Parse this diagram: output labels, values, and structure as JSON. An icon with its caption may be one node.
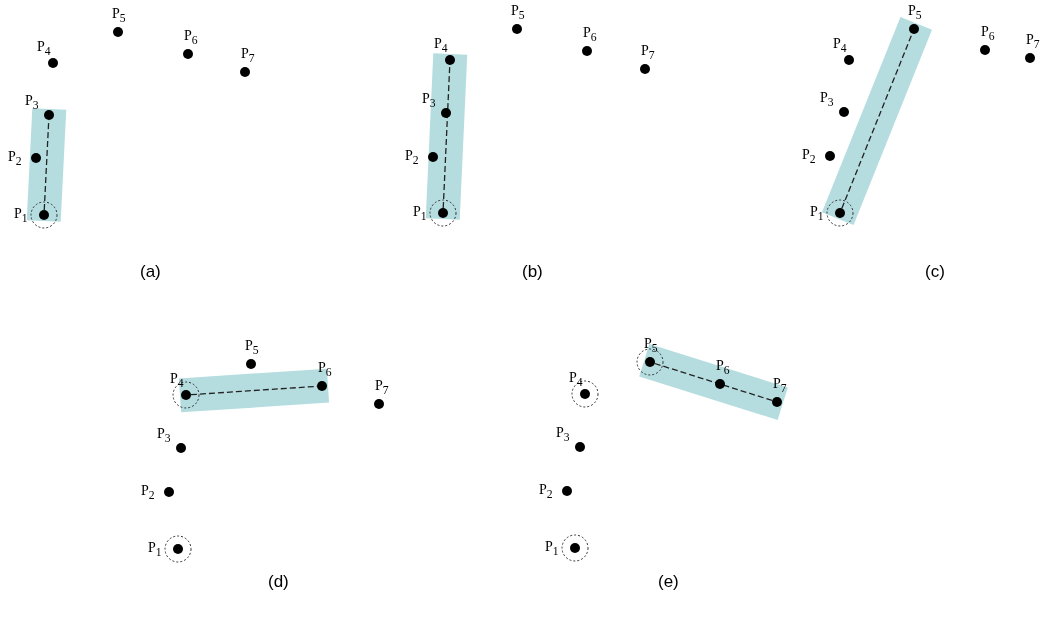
{
  "diagram": {
    "nodes": [
      {
        "text": [
          "P$_{1}$"
        ]
      },
      {
        "text": [
          "P$_{2}$"
        ]
      },
      {
        "text": [
          "P$_{3}$"
        ]
      },
      {
        "text": [
          "P$_{4}$"
        ]
      },
      {
        "text": [
          "P$_{5}$"
        ]
      },
      {
        "text": [
          "P$_{6}$"
        ]
      },
      {
        "text": [
          "P$_{7}$"
        ]
      },
      {
        "text": [
          "P$_{1}$"
        ]
      },
      {
        "text": [
          "P$_{2}$"
        ]
      },
      {
        "text": [
          "P$_{3}$"
        ]
      },
      {
        "text": [
          "P$_{4}$"
        ]
      },
      {
        "text": [
          "P$_{5}$"
        ]
      },
      {
        "text": [
          "P$_{6}$"
        ]
      },
      {
        "text": [
          "P$_{7}$"
        ]
      },
      {
        "text": [
          "P$_{1}$"
        ]
      },
      {
        "text": [
          "P$_{2}$"
        ]
      },
      {
        "text": [
          "P$_{3}$"
        ]
      },
      {
        "text": [
          "P$_{4}$"
        ]
      },
      {
        "text": [
          "P$_{5}$"
        ]
      },
      {
        "text": [
          "P$_{6}$"
        ]
      },
      {
        "text": [
          "P$_{7}$"
        ]
      },
      {
        "text": [
          "P$_{1}$"
        ]
      },
      {
        "text": [
          "P$_{2}$"
        ]
      },
      {
        "text": [
          "P$_{3}$"
        ]
      },
      {
        "text": [
          "P$_{4}$"
        ]
      },
      {
        "text": [
          "P$_{5}$"
        ]
      },
      {
        "text": [
          "P$_{6}$"
        ]
      },
      {
        "text": [
          "P$_{7}$"
        ]
      },
      {
        "text": [
          "P$_{1}$"
        ]
      },
      {
        "text": [
          "P$_{2}$"
        ]
      },
      {
        "text": [
          "P$_{3}$"
        ]
      },
      {
        "text": [
          "P$_{4}$"
        ]
      },
      {
        "text": [
          "P$_{5}$"
        ]
      },
      {
        "text": [
          "P$_{6}$"
        ]
      },
      {
        "text": [
          "P$_{7}$"
        ]
      }
    ],
    "edges": [
      {
        "from": 0,
        "to": 2,
        "arrow": "none",
        "style": "dashed"
      },
      {
        "from": 7,
        "to": 10,
        "arrow": "none",
        "style": "dashed"
      },
      {
        "from": 14,
        "to": 18,
        "arrow": "none",
        "style": "dashed"
      },
      {
        "from": 24,
        "to": 26,
        "arrow": "none",
        "style": "dashed"
      },
      {
        "from": 32,
        "to": 34,
        "arrow": "none",
        "style": "dashed"
      }
    ],
    "labels": [
      "(a)",
      "(b)",
      "(c)",
      "(d)",
      "(e)"
    ]
  }
}
